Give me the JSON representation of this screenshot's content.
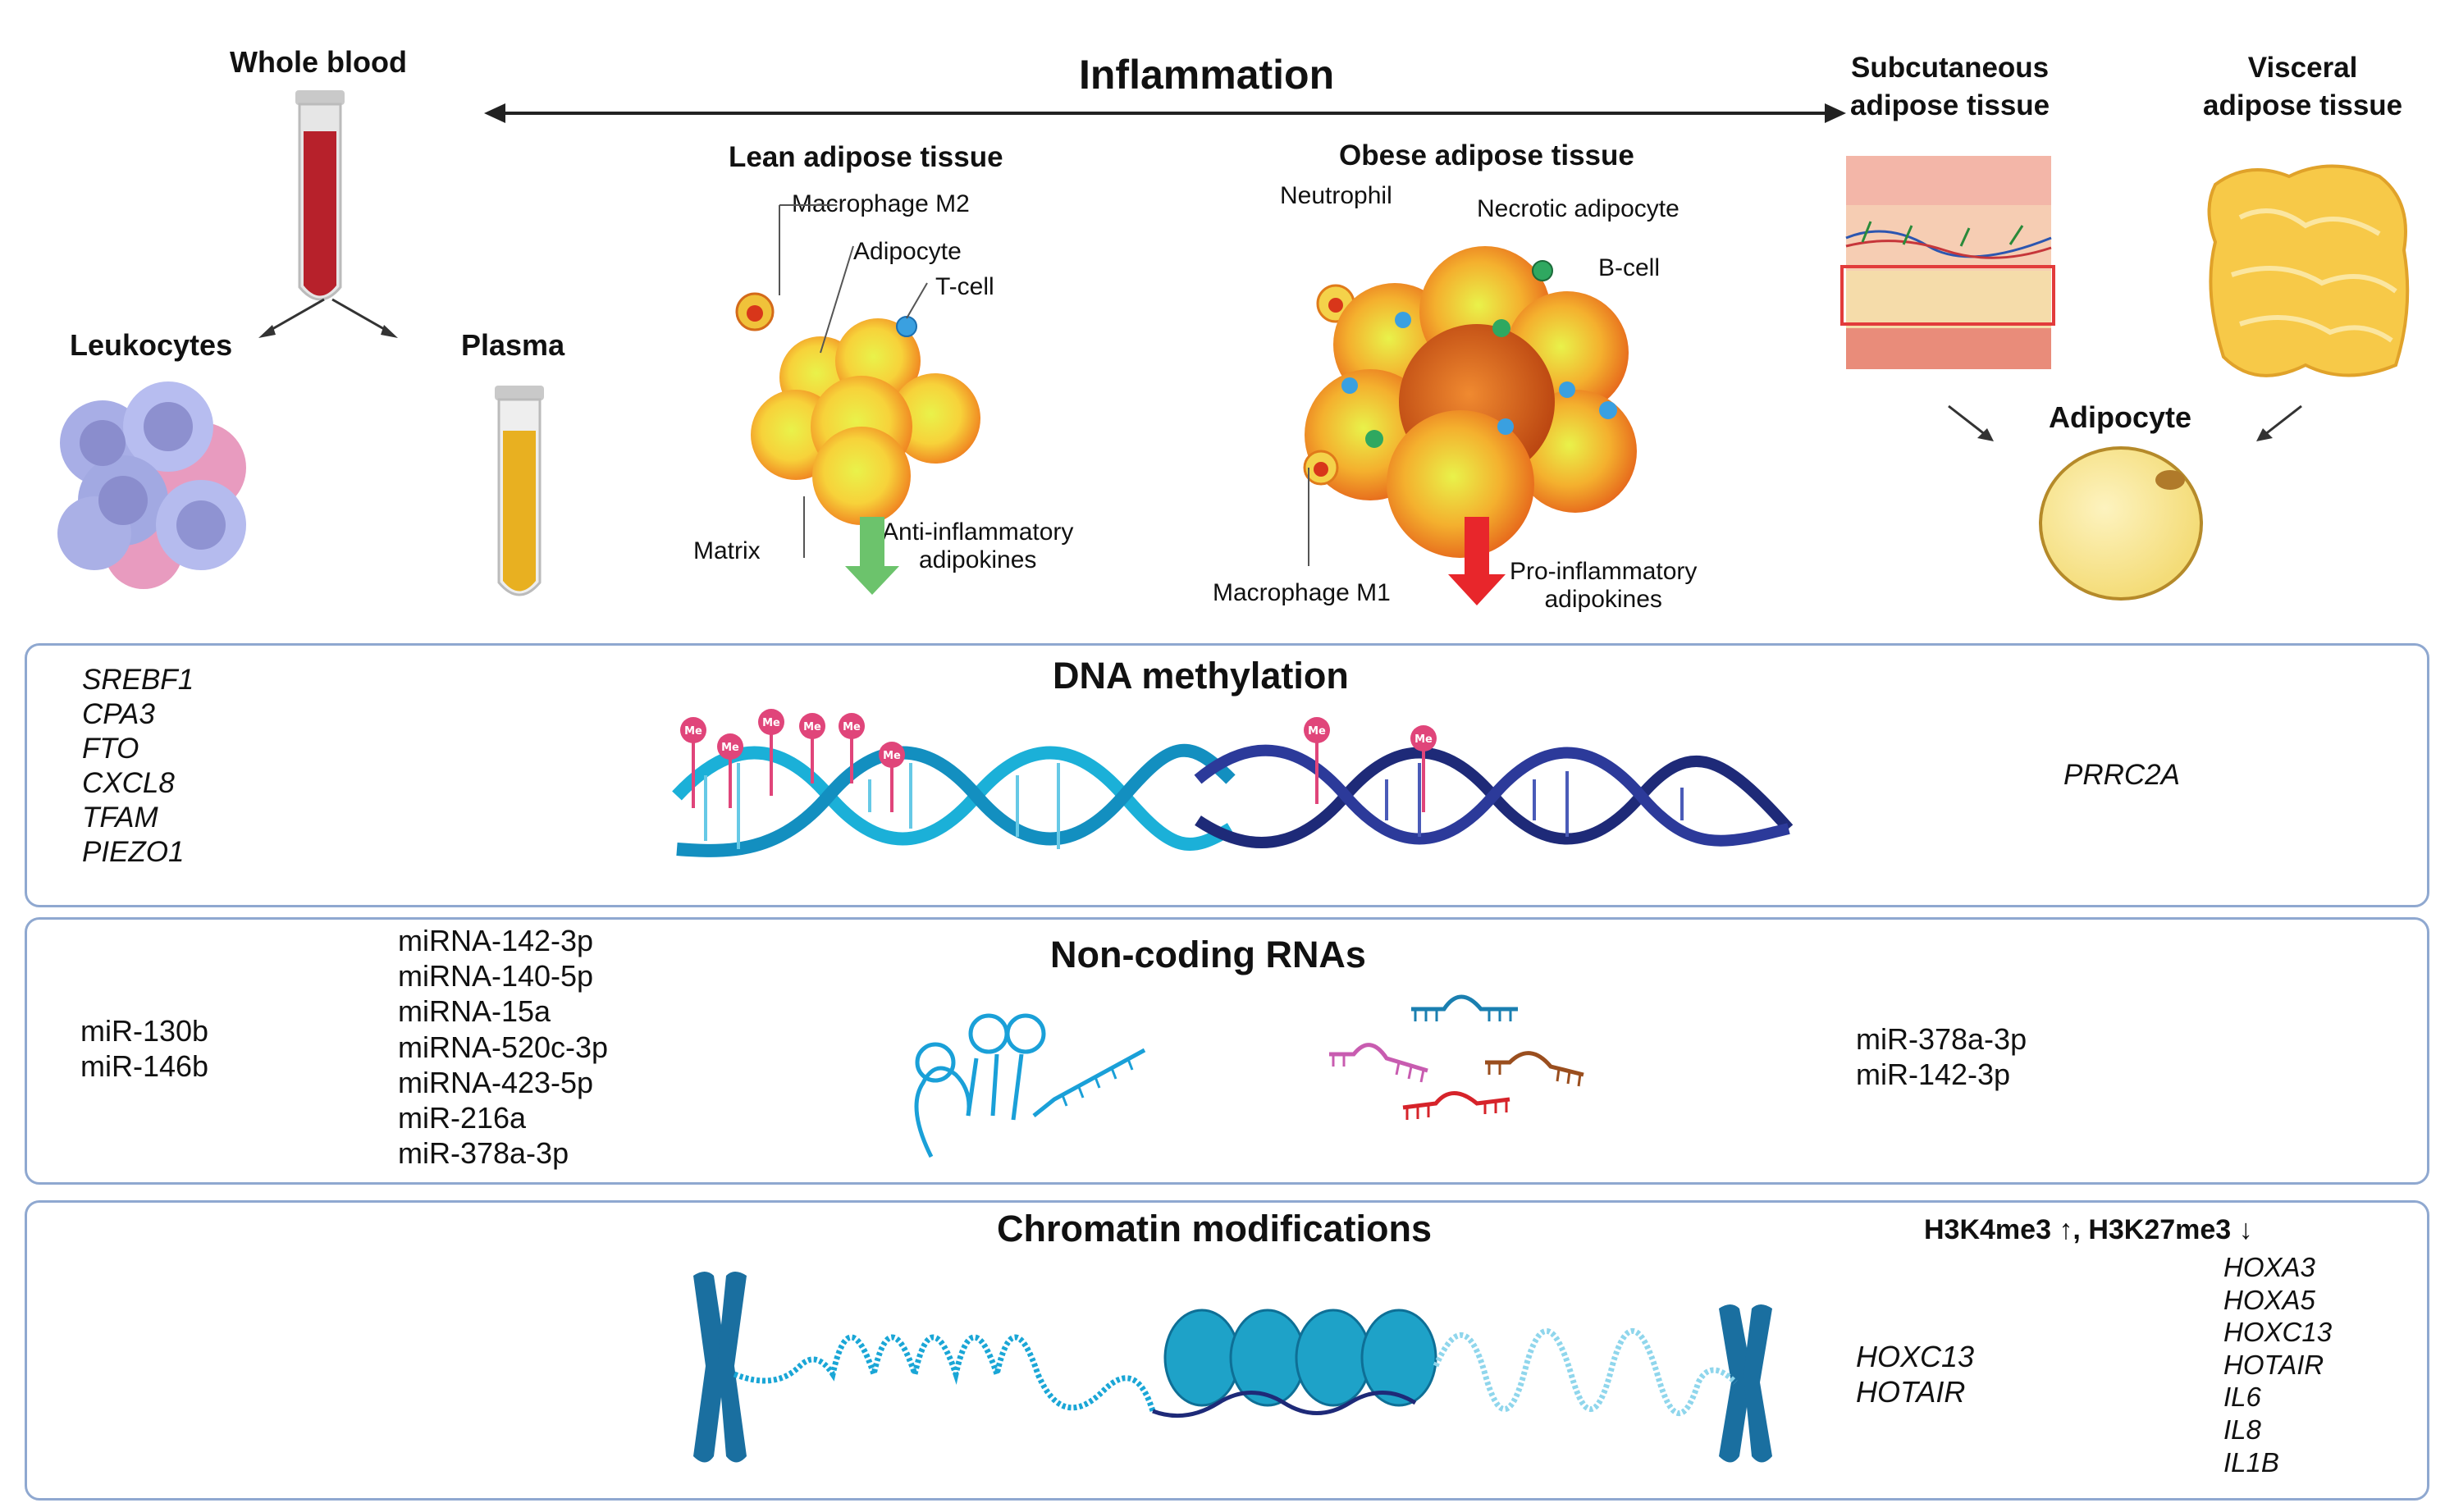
{
  "top": {
    "inflammation": "Inflammation",
    "whole_blood": "Whole blood",
    "leukocytes": "Leukocytes",
    "plasma": "Plasma",
    "lean_title": "Lean adipose tissue",
    "obese_title": "Obese adipose tissue",
    "subcutaneous": "Subcutaneous\nadipose tissue",
    "visceral": "Visceral\nadipose tissue",
    "adipocyte_title": "Adipocyte"
  },
  "lean_labels": {
    "macrophage_m2": "Macrophage M2",
    "adipocyte": "Adipocyte",
    "t_cell": "T-cell",
    "matrix": "Matrix",
    "anti": "Anti-inflammatory\nadipokines"
  },
  "obese_labels": {
    "neutrophil": "Neutrophil",
    "necrotic": "Necrotic adipocyte",
    "b_cell": "B-cell",
    "macrophage_m1": "Macrophage M1",
    "pro": "Pro-inflammatory\nadipokines"
  },
  "dna": {
    "title": "DNA methylation",
    "left_genes": [
      "SREBF1",
      "CPA3",
      "FTO",
      "CXCL8",
      "TFAM",
      "PIEZO1"
    ],
    "right_genes": [
      "PRRC2A"
    ],
    "marker": "Me"
  },
  "ncrna": {
    "title": "Non-coding RNAs",
    "col1": [
      "miR-130b",
      "miR-146b"
    ],
    "col2": [
      "miRNA-142-3p",
      "miRNA-140-5p",
      "miRNA-15a",
      "miRNA-520c-3p",
      "miRNA-423-5p",
      "miR-216a",
      "miR-378a-3p"
    ],
    "right": [
      "miR-378a-3p",
      "miR-142-3p"
    ]
  },
  "chromatin": {
    "title": "Chromatin modifications",
    "marks": "H3K4me3 ↑, H3K27me3 ↓",
    "mid_genes": [
      "HOXC13",
      "HOTAIR"
    ],
    "right_genes": [
      "HOXA3",
      "HOXA5",
      "HOXC13",
      "HOTAIR",
      "IL6",
      "IL8",
      "IL1B"
    ]
  },
  "colors": {
    "border": "#8fa8d0",
    "dna_light": "#1bb0d8",
    "dna_dark": "#1e2a78",
    "methyl": "#e0457a",
    "green_arrow": "#6cc36c",
    "red_arrow": "#e8262b"
  }
}
